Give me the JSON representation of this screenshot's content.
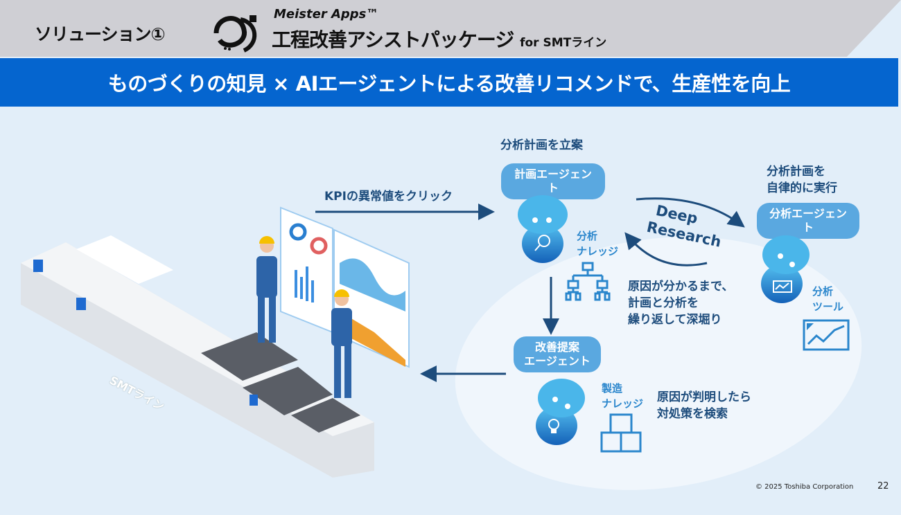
{
  "header": {
    "section": "ソリューション①",
    "brand": "Meister Apps™",
    "product": "工程改善アシストパッケージ",
    "product_suffix": "for SMTライン"
  },
  "banner": "ものづくりの知見 × AIエージェントによる改善リコメンドで、生産性を向上",
  "left": {
    "kpi_label": "KPIの異常値をクリック",
    "line_label": "SMTライン"
  },
  "planning": {
    "caption": "分析計画を立案",
    "agent": "計画エージェント",
    "knowledge": [
      "分析",
      "ナレッジ"
    ]
  },
  "analysis": {
    "caption": [
      "分析計画を",
      "自律的に実行"
    ],
    "agent": "分析エージェント",
    "tool": [
      "分析",
      "ツール"
    ]
  },
  "loop": {
    "label": [
      "Deep",
      "Research"
    ],
    "note": [
      "原因が分かるまで、",
      "計画と分析を",
      "繰り返して深堀り"
    ]
  },
  "improve": {
    "agent": [
      "改善提案",
      "エージェント"
    ],
    "knowledge": [
      "製造",
      "ナレッジ"
    ],
    "note": [
      "原因が判明したら",
      "対処策を検索"
    ]
  },
  "footer": {
    "copyright": "© 2025 Toshiba Corporation",
    "page": "22"
  },
  "colors": {
    "banner": "#0565cf",
    "text": "#1d4c7c",
    "pill": "#5aa8e0"
  }
}
